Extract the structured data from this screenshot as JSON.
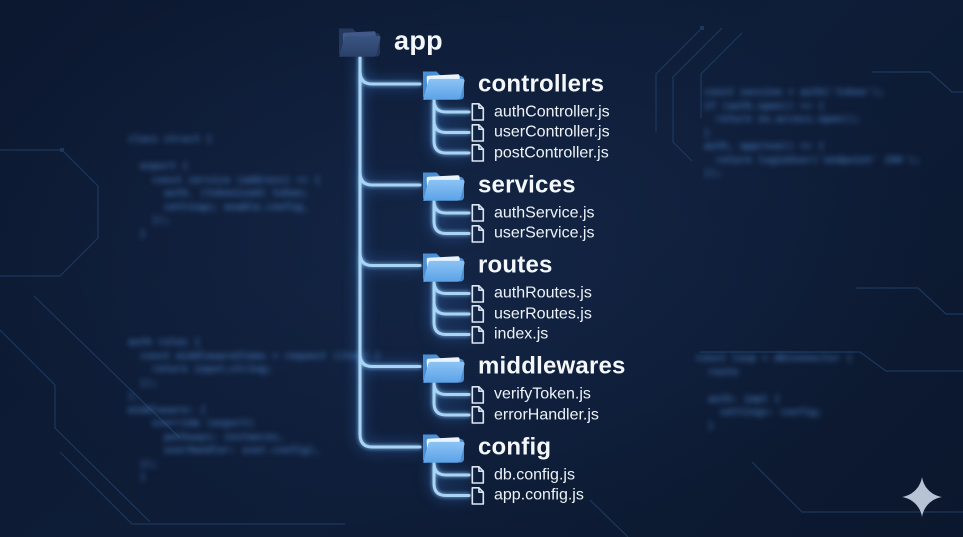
{
  "colors": {
    "background": "#0d1a31",
    "line": "#a9d5f5",
    "text": "#f4f7fb",
    "folder_back": "#4a8fd4",
    "folder_paper": "#e9f3fd",
    "folder_front_light": "#8cc3f5",
    "folder_front_dark": "#5ba2e7",
    "app_folder_back": "#24375c",
    "app_folder_paper": "#42598a",
    "app_folder_front_light": "#3a5582",
    "app_folder_front_dark": "#2b4068",
    "file_icon_stroke": "#dde7f3",
    "trace": "#1e3d64",
    "code_text": "#3f6ca6",
    "sparkle": "#b7c2d4"
  },
  "tree": {
    "root": {
      "name": "app",
      "icon": "folder-icon",
      "children": [
        {
          "name": "controllers",
          "icon": "folder-icon",
          "files": [
            "authController.js",
            "userController.js",
            "postController.js"
          ]
        },
        {
          "name": "services",
          "icon": "folder-icon",
          "files": [
            "authService.js",
            "userService.js"
          ]
        },
        {
          "name": "routes",
          "icon": "folder-icon",
          "files": [
            "authRoutes.js",
            "userRoutes.js",
            "index.js"
          ]
        },
        {
          "name": "middlewares",
          "icon": "folder-icon",
          "files": [
            "verifyToken.js",
            "errorHandler.js"
          ]
        },
        {
          "name": "config",
          "icon": "folder-icon",
          "files": [
            "db.config.js",
            "app.config.js"
          ]
        }
      ]
    }
  },
  "background_code_blocks": [
    {
      "id": "left-top",
      "note": "blurred-unreadable",
      "lines": [
        "class struct {",
        "",
        "  export {",
        "    const service (address) => {",
        "      auth. (tokenized) token;",
        "      settings; enable.config,",
        "    });",
        "  }"
      ]
    },
    {
      "id": "left-bottom",
      "note": "blurred-unreadable",
      "lines": [
        "auth rules {",
        "  const middlewareItems = request (item) {",
        "    return input;string;",
        "  });",
        "},",
        "middleware: {",
        "    override (export)",
        "      pathways: instances,",
        "      userHandler: user.config),",
        "  });",
        "  }"
      ]
    },
    {
      "id": "right-top",
      "note": "blurred-unreadable",
      "lines": [
        "const session = auth('token');",
        "if (auth.open() => {",
        "  return no.access.open();",
        "}",
        "auth, approve() => {",
        "  return loginUser('endpoint' 200');",
        "});"
      ]
    },
    {
      "id": "right-mid",
      "note": "blurred-unreadable",
      "lines": [
        "const loop = dbConnector {",
        "  route",
        "",
        "  auth: impl {",
        "    settings: config;",
        "  }"
      ]
    }
  ],
  "decorations": {
    "sparkle_icon": "four-point-star"
  }
}
